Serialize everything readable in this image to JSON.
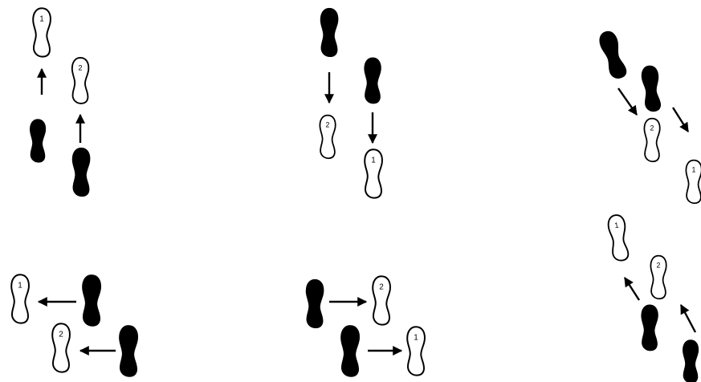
{
  "steps": [
    {
      "panel": "forward",
      "numbers": [
        "1",
        "2"
      ]
    },
    {
      "panel": "backward",
      "numbers": [
        "2",
        "1"
      ]
    },
    {
      "panel": "diagonal-back-right",
      "numbers": [
        "2",
        "1"
      ]
    },
    {
      "panel": "side-left",
      "numbers": [
        "1",
        "2"
      ]
    },
    {
      "panel": "side-right",
      "numbers": [
        "2",
        "1"
      ]
    },
    {
      "panel": "diagonal-forward-left",
      "numbers": [
        "1",
        "2"
      ]
    }
  ],
  "colors": {
    "foot": "#000000",
    "background": "#ffffff"
  }
}
